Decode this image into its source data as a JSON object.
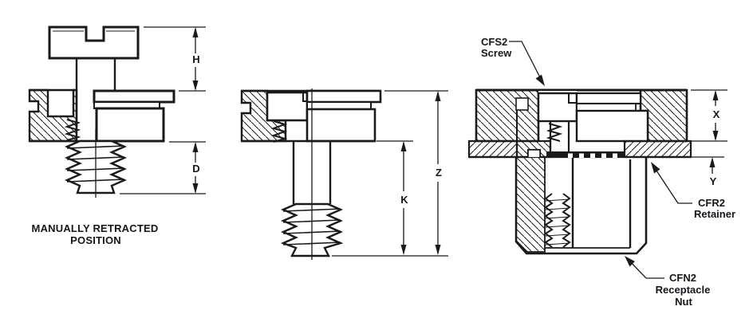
{
  "figures": {
    "retracted": {
      "caption_line1": "MANUALLY RETRACTED",
      "caption_line2": "POSITION",
      "dims": {
        "h": "H",
        "d": "D"
      }
    },
    "extended": {
      "dims": {
        "k": "K",
        "z": "Z"
      }
    },
    "installed": {
      "dims": {
        "x": "X",
        "y": "Y"
      },
      "labels": {
        "screw_code": "CFS2",
        "screw_name": "Screw",
        "retainer_code": "CFR2",
        "retainer_name": "Retainer",
        "nut_code": "CFN2",
        "nut_name_line1": "Receptacle",
        "nut_name_line2": "Nut"
      }
    }
  },
  "colors": {
    "line": "#1a1a1a",
    "text": "#15151e",
    "background": "#ffffff"
  }
}
